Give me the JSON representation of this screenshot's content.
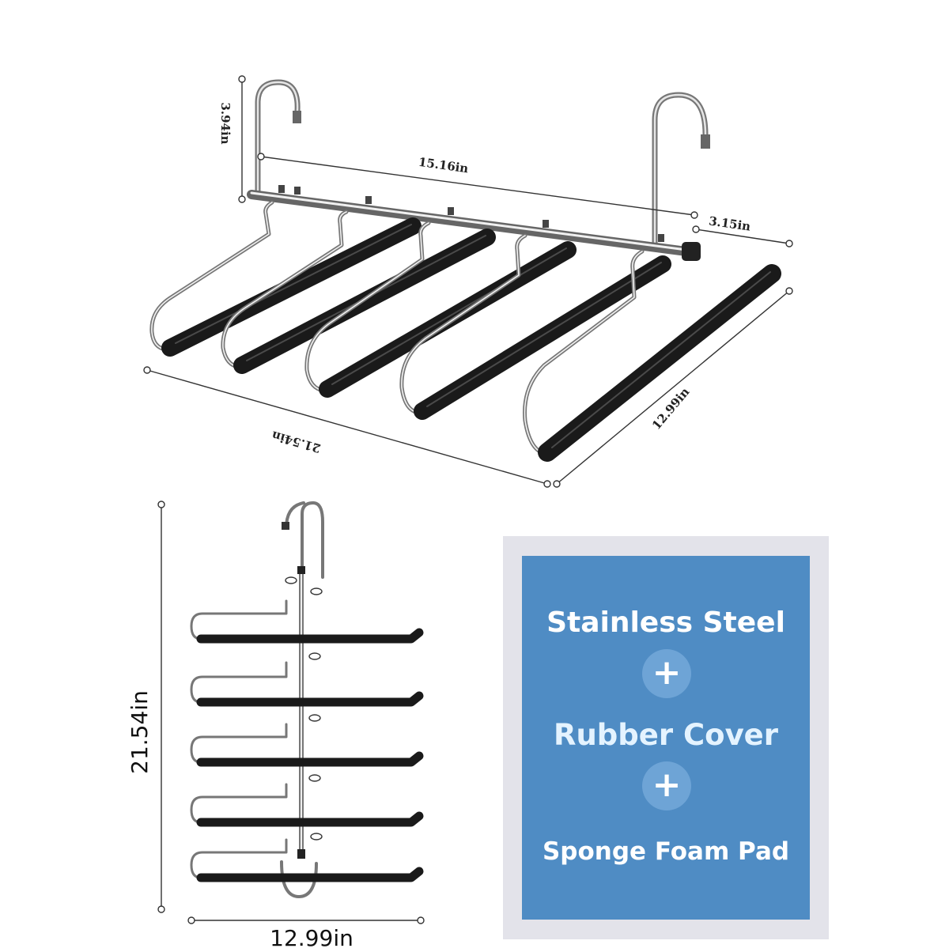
{
  "dimensions": {
    "hook_height": "3.94in",
    "bar_length": "15.16in",
    "bar_gap": "3.15in",
    "total_width": "21.54in",
    "depth": "12.99in",
    "side_height": "21.54in",
    "side_width": "12.99in"
  },
  "materials": {
    "line1": "Stainless Steel",
    "plus1": "+",
    "line2": "Rubber Cover",
    "plus2": "+",
    "line3": "Sponge Foam Pad"
  },
  "colors": {
    "panel_blue": "#4f8cc4",
    "foam_black": "#1a1a1a",
    "steel": "#9a9a9a"
  }
}
